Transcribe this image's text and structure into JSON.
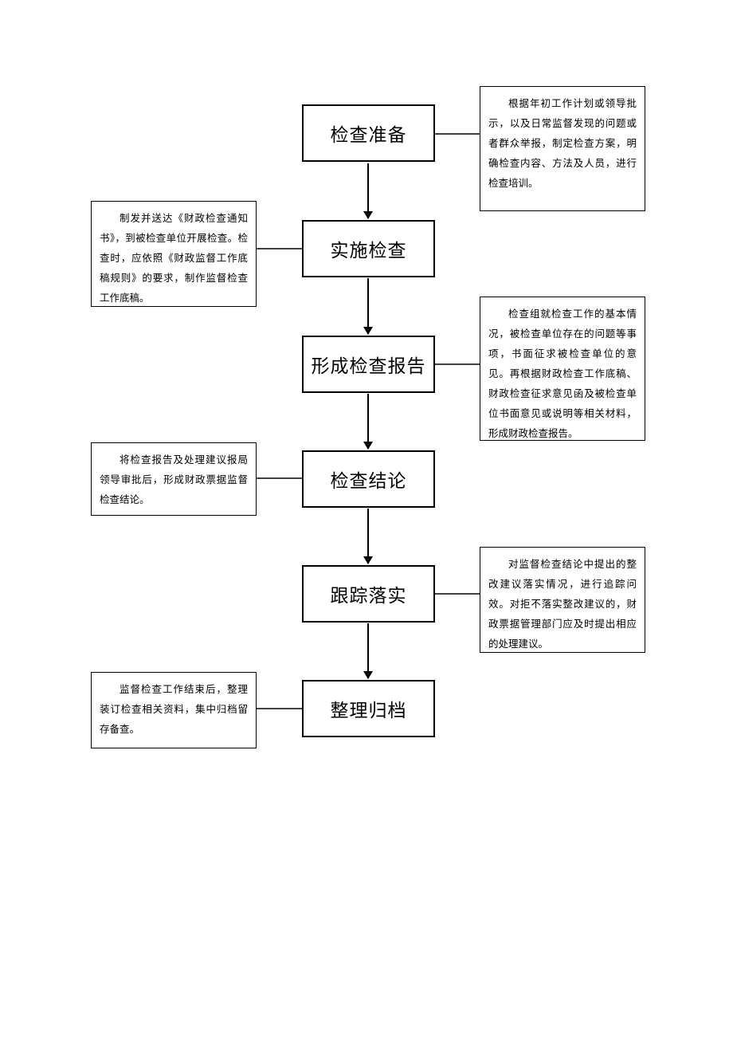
{
  "steps": [
    {
      "label": "检查准备"
    },
    {
      "label": "实施检查"
    },
    {
      "label": "形成检查报告"
    },
    {
      "label": "检查结论"
    },
    {
      "label": "跟踪落实"
    },
    {
      "label": "整理归档"
    }
  ],
  "notes": [
    {
      "text": "根据年初工作计划或领导批示，以及日常监督发现的问题或者群众举报，制定检查方案，明确检查内容、方法及人员，进行检查培训。"
    },
    {
      "text": "制发并送达《财政检查通知书》，到被检查单位开展检查。检查时，应依照《财政监督工作底稿规则》的要求，制作监督检查工作底稿。"
    },
    {
      "text": "检查组就检查工作的基本情况，被检查单位存在的问题等事项，书面征求被检查单位的意见。再根据财政检查工作底稿、财政检查征求意见函及被检查单位书面意见或说明等相关材料，形成财政检查报告。"
    },
    {
      "text": "将检查报告及处理建议报局领导审批后，形成财政票据监督检查结论。"
    },
    {
      "text": "对监督检查结论中提出的整改建议落实情况，进行追踪问效。对拒不落实整改建议的，财政票据管理部门应及时提出相应的处理建议。"
    },
    {
      "text": "监督检查工作结束后，整理装订检查相关资料，集中归档留存备查。"
    }
  ]
}
